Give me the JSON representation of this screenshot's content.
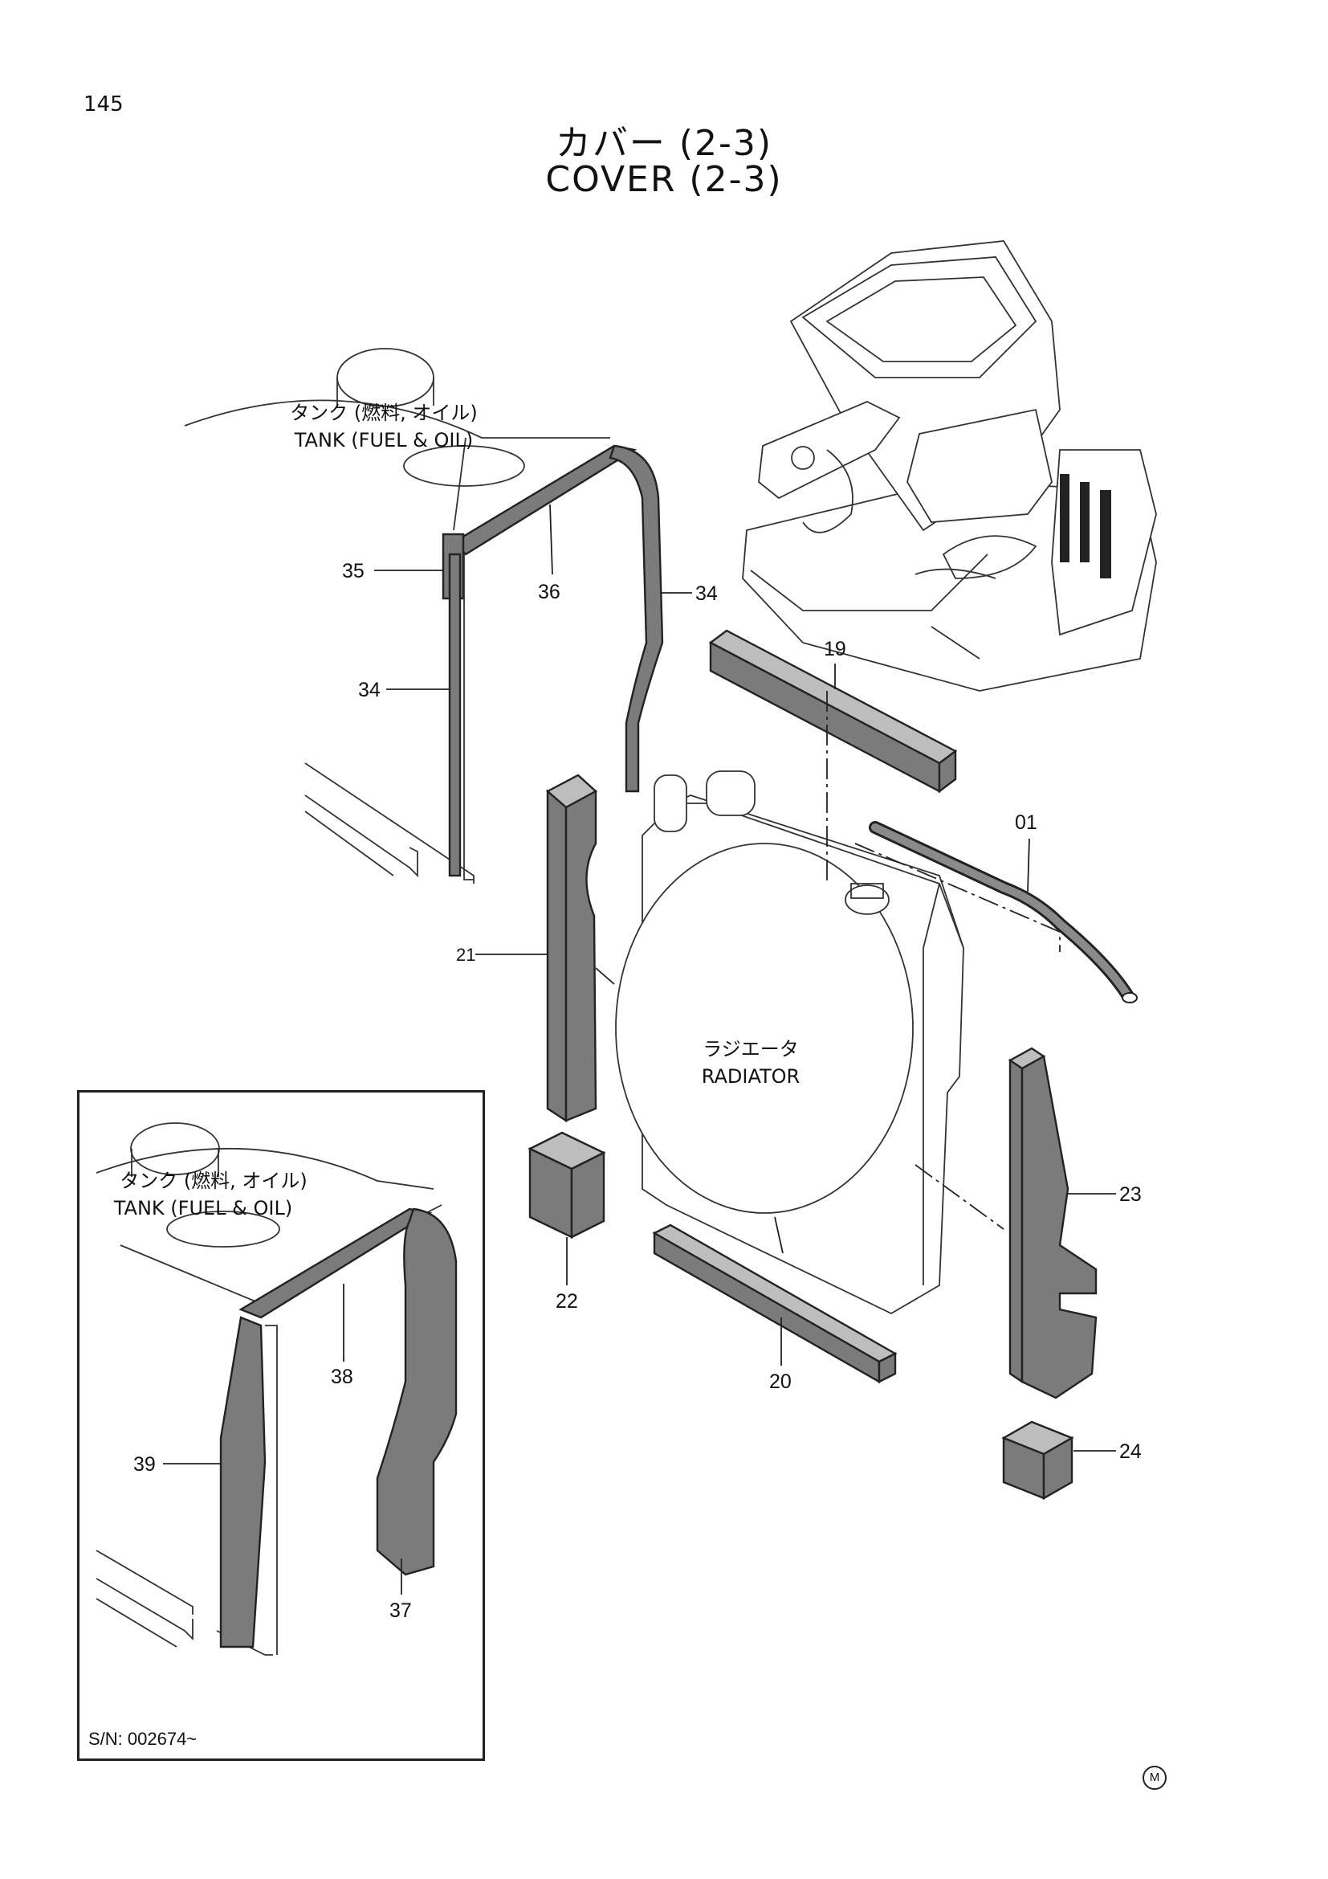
{
  "page_number": "145",
  "title": {
    "japanese": "カバー (2-3)",
    "english": "COVER (2-3)"
  },
  "components": {
    "tank_main": {
      "jp": "タンク (燃料, オイル)",
      "en": "TANK (FUEL & OIL)"
    },
    "radiator": {
      "jp": "ラジエータ",
      "en": "RADIATOR"
    },
    "tank_inset": {
      "jp": "タンク (燃料, オイル)",
      "en": "TANK (FUEL & OIL)"
    }
  },
  "part_callouts": {
    "main": [
      "35",
      "36",
      "34",
      "34",
      "19",
      "01",
      "21",
      "22",
      "20",
      "23",
      "24"
    ],
    "inset": [
      "38",
      "39",
      "37"
    ]
  },
  "inset": {
    "serial_number": "S/N: 002674~"
  },
  "footer_mark": "M"
}
